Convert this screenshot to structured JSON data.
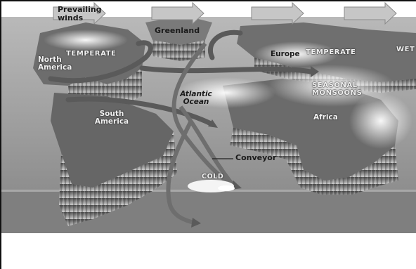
{
  "figure": {
    "labels": {
      "prevailing_winds": "Prevailing winds",
      "greenland": "Greenland",
      "north_america": "North America",
      "temperate_west": "TEMPERATE",
      "europe": "Europe",
      "temperate_east": "TEMPERATE",
      "wet": "WET",
      "atlantic_ocean": "Atlantic Ocean",
      "seasonal_monsoons": "SEASONAL MONSOONS",
      "south_america": "South America",
      "africa": "Africa",
      "conveyor": "Conveyor",
      "cold": "COLD"
    },
    "colors": {
      "ocean_top": "#9d9d9d",
      "ocean_front": "#7a7a7a",
      "land": "#6a6a6a",
      "current_arrow": "#5f5f5f",
      "wind_arrow": "#b8b8b8"
    }
  }
}
